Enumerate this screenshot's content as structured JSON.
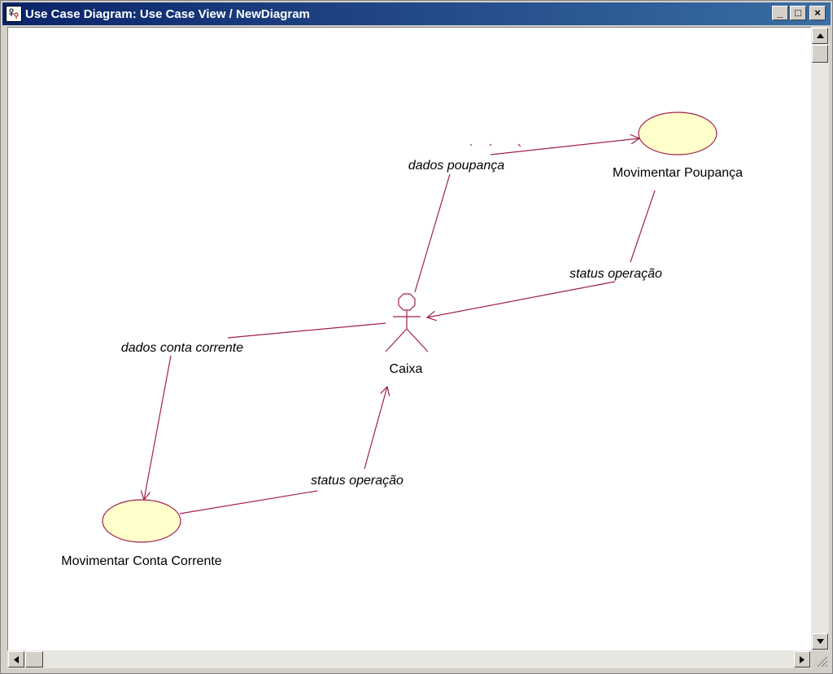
{
  "window": {
    "title": "Use Case Diagram: Use Case View / NewDiagram",
    "minimize": "_",
    "maximize": "□",
    "close": "×"
  },
  "diagram": {
    "actor": {
      "name": "Caixa"
    },
    "use_cases": [
      {
        "name": "Movimentar Poupança"
      },
      {
        "name": "Movimentar Conta Corrente"
      }
    ],
    "flows": [
      {
        "label": "dados poupança"
      },
      {
        "label": "status operação"
      },
      {
        "label": "dados conta corrente"
      },
      {
        "label": "status operação"
      }
    ]
  },
  "colors": {
    "line": "#a0204a",
    "usecase_fill": "#ffffcc",
    "title_start": "#0a246a",
    "title_end": "#3a6ea5"
  }
}
